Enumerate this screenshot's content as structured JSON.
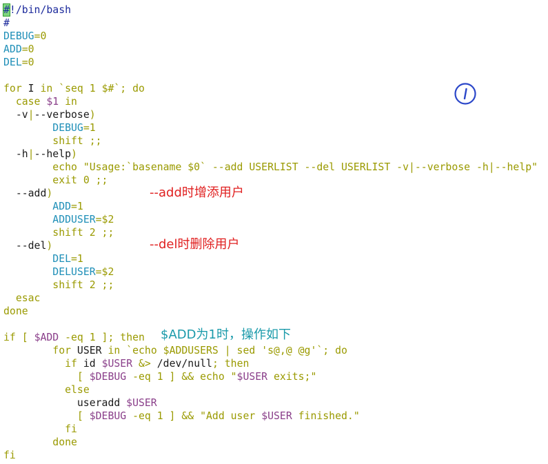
{
  "colors": {
    "normal": "#1a1a1a",
    "variable": "#1f8fb8",
    "keyword": "#9a9a00",
    "special": "#8a3f8a",
    "shebang": "#1c2a9c",
    "annotation_red": "#e02020",
    "annotation_teal": "#1a9aaa",
    "marker_blue": "#2b47c9"
  },
  "code_lines": [
    [
      {
        "t": "#",
        "c": "shebang",
        "cursor": true
      },
      {
        "t": "!/bin/bash",
        "c": "shebang"
      }
    ],
    [
      {
        "t": "#",
        "c": "shebang"
      }
    ],
    [
      {
        "t": "DEBUG",
        "c": "variable"
      },
      {
        "t": "=0",
        "c": "keyword"
      }
    ],
    [
      {
        "t": "ADD",
        "c": "variable"
      },
      {
        "t": "=0",
        "c": "keyword"
      }
    ],
    [
      {
        "t": "DEL",
        "c": "variable"
      },
      {
        "t": "=0",
        "c": "keyword"
      }
    ],
    [],
    [
      {
        "t": "for",
        "c": "keyword"
      },
      {
        "t": " I ",
        "c": "normal"
      },
      {
        "t": "in",
        "c": "keyword"
      },
      {
        "t": " `seq 1 $#`; ",
        "c": "keyword"
      },
      {
        "t": "do",
        "c": "keyword"
      }
    ],
    [
      {
        "t": "  ",
        "c": "normal"
      },
      {
        "t": "case",
        "c": "keyword"
      },
      {
        "t": " $1 ",
        "c": "special"
      },
      {
        "t": "in",
        "c": "keyword"
      }
    ],
    [
      {
        "t": "  -v",
        "c": "normal"
      },
      {
        "t": "|",
        "c": "keyword"
      },
      {
        "t": "--verbose",
        "c": "normal"
      },
      {
        "t": ")",
        "c": "keyword"
      }
    ],
    [
      {
        "t": "        ",
        "c": "normal"
      },
      {
        "t": "DEBUG",
        "c": "variable"
      },
      {
        "t": "=1",
        "c": "keyword"
      }
    ],
    [
      {
        "t": "        ",
        "c": "normal"
      },
      {
        "t": "shift ;;",
        "c": "keyword"
      }
    ],
    [
      {
        "t": "  -h",
        "c": "normal"
      },
      {
        "t": "|",
        "c": "keyword"
      },
      {
        "t": "--help",
        "c": "normal"
      },
      {
        "t": ")",
        "c": "keyword"
      }
    ],
    [
      {
        "t": "        ",
        "c": "normal"
      },
      {
        "t": "echo \"Usage:`basename $0` --add USERLIST --del USERLIST -v|--verbose -h|--help\"",
        "c": "keyword"
      }
    ],
    [
      {
        "t": "        ",
        "c": "normal"
      },
      {
        "t": "exit 0 ;;",
        "c": "keyword"
      }
    ],
    [
      {
        "t": "  --add",
        "c": "normal"
      },
      {
        "t": ")",
        "c": "keyword"
      }
    ],
    [
      {
        "t": "        ",
        "c": "normal"
      },
      {
        "t": "ADD",
        "c": "variable"
      },
      {
        "t": "=1",
        "c": "keyword"
      }
    ],
    [
      {
        "t": "        ",
        "c": "normal"
      },
      {
        "t": "ADDUSER",
        "c": "variable"
      },
      {
        "t": "=$2",
        "c": "keyword"
      }
    ],
    [
      {
        "t": "        ",
        "c": "normal"
      },
      {
        "t": "shift 2 ;;",
        "c": "keyword"
      }
    ],
    [
      {
        "t": "  --del",
        "c": "normal"
      },
      {
        "t": ")",
        "c": "keyword"
      }
    ],
    [
      {
        "t": "        ",
        "c": "normal"
      },
      {
        "t": "DEL",
        "c": "variable"
      },
      {
        "t": "=1",
        "c": "keyword"
      }
    ],
    [
      {
        "t": "        ",
        "c": "normal"
      },
      {
        "t": "DELUSER",
        "c": "variable"
      },
      {
        "t": "=$2",
        "c": "keyword"
      }
    ],
    [
      {
        "t": "        ",
        "c": "normal"
      },
      {
        "t": "shift 2 ;;",
        "c": "keyword"
      }
    ],
    [
      {
        "t": "  ",
        "c": "normal"
      },
      {
        "t": "esac",
        "c": "keyword"
      }
    ],
    [
      {
        "t": "done",
        "c": "keyword"
      }
    ],
    [],
    [
      {
        "t": "if",
        "c": "keyword"
      },
      {
        "t": " [ ",
        "c": "keyword"
      },
      {
        "t": "$ADD",
        "c": "special"
      },
      {
        "t": " -eq 1 ]; ",
        "c": "keyword"
      },
      {
        "t": "then",
        "c": "keyword"
      }
    ],
    [
      {
        "t": "        ",
        "c": "normal"
      },
      {
        "t": "for",
        "c": "keyword"
      },
      {
        "t": " USER ",
        "c": "normal"
      },
      {
        "t": "in",
        "c": "keyword"
      },
      {
        "t": " `echo $ADDUSERS | sed 's@,@ @g'`; ",
        "c": "keyword"
      },
      {
        "t": "do",
        "c": "keyword"
      }
    ],
    [
      {
        "t": "          ",
        "c": "normal"
      },
      {
        "t": "if",
        "c": "keyword"
      },
      {
        "t": " id ",
        "c": "normal"
      },
      {
        "t": "$USER",
        "c": "special"
      },
      {
        "t": " &> ",
        "c": "keyword"
      },
      {
        "t": "/dev/null",
        "c": "normal"
      },
      {
        "t": "; ",
        "c": "keyword"
      },
      {
        "t": "then",
        "c": "keyword"
      }
    ],
    [
      {
        "t": "            ",
        "c": "normal"
      },
      {
        "t": "[ ",
        "c": "keyword"
      },
      {
        "t": "$DEBUG",
        "c": "special"
      },
      {
        "t": " -eq 1 ] && echo \"",
        "c": "keyword"
      },
      {
        "t": "$USER",
        "c": "special"
      },
      {
        "t": " exits;\"",
        "c": "keyword"
      }
    ],
    [
      {
        "t": "          ",
        "c": "normal"
      },
      {
        "t": "else",
        "c": "keyword"
      }
    ],
    [
      {
        "t": "            useradd ",
        "c": "normal"
      },
      {
        "t": "$USER",
        "c": "special"
      }
    ],
    [
      {
        "t": "            ",
        "c": "normal"
      },
      {
        "t": "[ ",
        "c": "keyword"
      },
      {
        "t": "$DEBUG",
        "c": "special"
      },
      {
        "t": " -eq 1 ] && \"Add user ",
        "c": "keyword"
      },
      {
        "t": "$USER",
        "c": "special"
      },
      {
        "t": " finished.\"",
        "c": "keyword"
      }
    ],
    [
      {
        "t": "          ",
        "c": "normal"
      },
      {
        "t": "fi",
        "c": "keyword"
      }
    ],
    [
      {
        "t": "        ",
        "c": "normal"
      },
      {
        "t": "done",
        "c": "keyword"
      }
    ],
    [
      {
        "t": "fi",
        "c": "keyword"
      }
    ]
  ],
  "annotations": {
    "add": {
      "prefix": "--add",
      "suffix": "时增添用户",
      "color": "annotation_red"
    },
    "del": {
      "prefix": "--del",
      "suffix": "时删除用户",
      "color": "annotation_red"
    },
    "add_eq": {
      "prefix": "$ADD",
      "suffix": "为1时，操作如下",
      "color": "annotation_teal"
    }
  },
  "marker": {
    "icon": "circled-one-icon"
  }
}
